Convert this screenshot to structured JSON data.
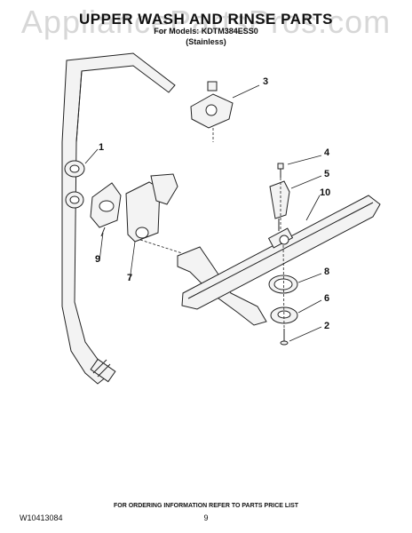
{
  "watermark": "AppliancePartsPros.com",
  "title": "UPPER WASH AND RINSE PARTS",
  "for_model": "For Models: KDTM384ESS0",
  "variant": "(Stainless)",
  "callouts": [
    "3",
    "1",
    "4",
    "5",
    "10",
    "9",
    "7",
    "8",
    "6",
    "2"
  ],
  "footer": "FOR ORDERING INFORMATION REFER TO PARTS PRICE LIST",
  "doc_id": "W10413084",
  "page_number": "9"
}
